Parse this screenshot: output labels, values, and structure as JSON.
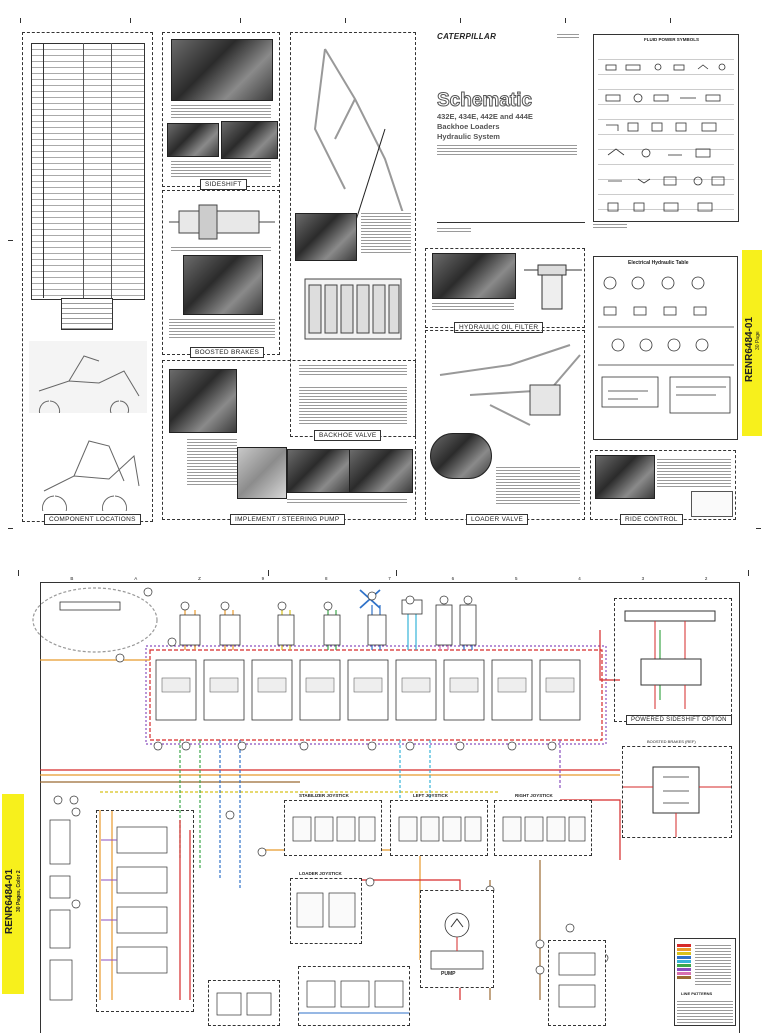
{
  "top_sheet": {
    "captions": {
      "component_locations": "COMPONENT LOCATIONS",
      "sideshift": "SIDESHIFT",
      "boosted_brakes": "BOOSTED BRAKES",
      "implement_steering": "IMPLEMENT / STEERING PUMP",
      "backhoe_valve": "BACKHOE VALVE",
      "hydraulic_oil_filter": "HYDRAULIC OIL FILTER",
      "loader_valve": "LOADER VALVE",
      "ride_control": "RIDE CONTROL"
    },
    "brand": "CATERPILLAR",
    "schematic_title": "Schematic",
    "subtitle_line1": "432E, 434E, 442E and 444E",
    "subtitle_line2": "Backhoe Loaders",
    "subtitle_line3": "Hydraulic System",
    "electrical_table_title": "Electrical Hydraulic Table",
    "fluid_power_title": "FLUID POWER SYMBOLS",
    "doc_code": "RENR6484-01",
    "doc_pages": "30 Page"
  },
  "bottom_sheet": {
    "doc_code": "RENR6484-01",
    "doc_pages": "30 Pages, Color 2",
    "powered_sideshift": "POWERED SIDESHIFT OPTION",
    "boosted_brakes": "BOOSTED BRAKES (REF)",
    "stabilizer_joystick": "STABILIZER JOYSTICK",
    "left_joystick": "LEFT JOYSTICK",
    "right_joystick": "RIGHT JOYSTICK",
    "loader_joystick": "LOADER JOYSTICK",
    "pump": "PUMP",
    "line_patterns": "LINE PATTERNS",
    "column_letters": [
      "B",
      "A",
      "Z",
      "9",
      "8",
      "7",
      "6",
      "5",
      "4",
      "3",
      "2"
    ],
    "line_colors": {
      "red": "#d62a2a",
      "orange": "#e89a2c",
      "yellow": "#d8c21b",
      "blue": "#2f72c9",
      "cyan": "#37b3d8",
      "green": "#3da74a",
      "purple": "#8a4fbf",
      "pink": "#d86fb0",
      "brown": "#9b6a33"
    }
  }
}
